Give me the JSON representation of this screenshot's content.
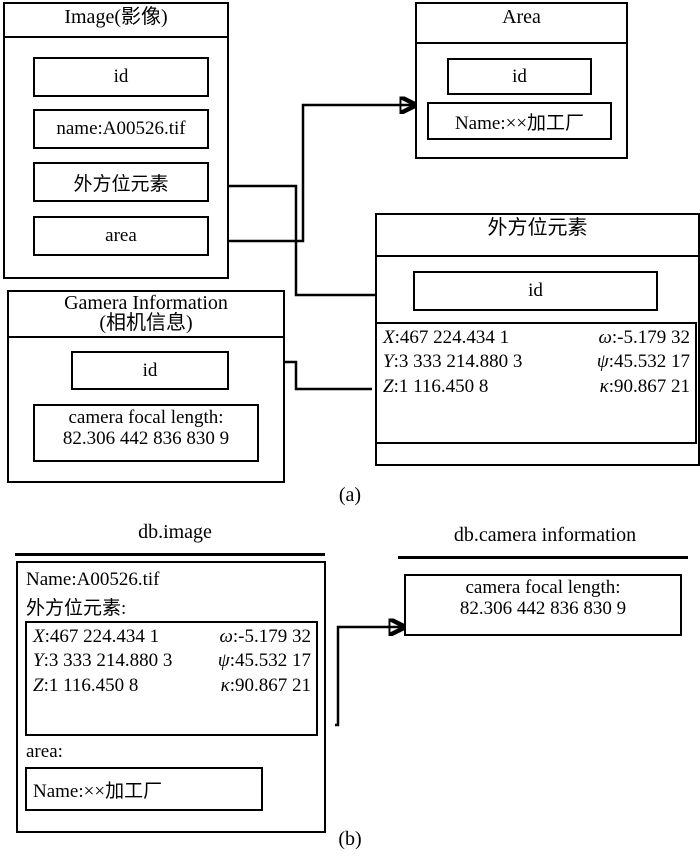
{
  "figure": {
    "caption_a": "(a)",
    "caption_b": "(b)"
  },
  "part_a": {
    "image_class": {
      "title": "Image(影像)",
      "attributes": [
        {
          "name": "id",
          "label": "id"
        },
        {
          "name": "name",
          "label": "name:A00526.tif"
        },
        {
          "name": "exterior-orientation",
          "label": "外方位元素"
        },
        {
          "name": "area",
          "label": "area"
        }
      ]
    },
    "area_class": {
      "title": "Area",
      "attributes": [
        {
          "name": "id",
          "label": "id"
        },
        {
          "name": "name",
          "label": "Name:××加工厂"
        }
      ]
    },
    "camera_class": {
      "title_line1": "Gamera Information",
      "title_line2": "(相机信息)",
      "attributes": [
        {
          "name": "id",
          "label": "id"
        }
      ],
      "focal": {
        "line1": "camera focal length:",
        "line2": "82.306 442 836 830 9"
      }
    },
    "eo_class": {
      "title": "外方位元素",
      "attributes": [
        {
          "name": "id",
          "label": "id"
        }
      ],
      "coordinates": [
        {
          "left": "X:467 224.434 1",
          "left_sym": "X",
          "left_val": ":467 224.434 1",
          "right_sym": "ω",
          "right_val": ":-5.179 32"
        },
        {
          "left": "Y:3 333 214.880 3",
          "left_sym": "Y",
          "left_val": ":3 333 214.880 3",
          "right_sym": "ψ",
          "right_val": ":45.532 17"
        },
        {
          "left": "Z:1 116.450 8",
          "left_sym": "Z",
          "left_val": ":1 116.450 8",
          "right_sym": "κ",
          "right_val": ":90.867 21"
        }
      ]
    }
  },
  "part_b": {
    "db_image": {
      "header": "db.image",
      "name_line": "Name:A00526.tif",
      "eo_label": "外方位元素:",
      "coordinates": [
        {
          "left_sym": "X",
          "left_val": ":467 224.434 1",
          "right_sym": "ω",
          "right_val": ":-5.179 32"
        },
        {
          "left_sym": "Y",
          "left_val": ":3 333 214.880 3",
          "right_sym": "ψ",
          "right_val": ":45.532 17"
        },
        {
          "left_sym": "Z",
          "left_val": ":1 116.450 8",
          "right_sym": "κ",
          "right_val": ":90.867 21"
        }
      ],
      "area_label": "area:",
      "area_value": "Name:××加工厂"
    },
    "db_camera": {
      "header": "db.camera information",
      "focal": {
        "line1": "camera focal length:",
        "line2": "82.306 442 836 830 9"
      }
    }
  },
  "colors": {
    "stroke": "#000000",
    "background": "#ffffff"
  }
}
